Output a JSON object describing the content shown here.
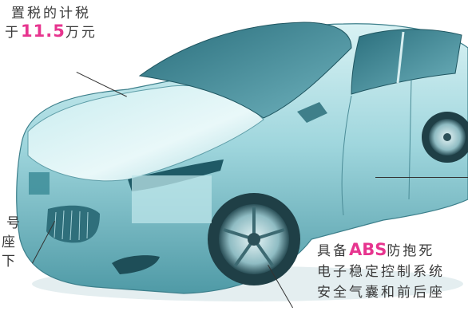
{
  "callouts": {
    "tax": {
      "line1": "置税的计税",
      "line2_pre": "于",
      "line2_highlight": "11.5",
      "line2_post": "万元"
    },
    "left": {
      "line1": "号",
      "line2": "座",
      "line3": "下"
    },
    "safety": {
      "line1_pre": "具备",
      "line1_highlight": "ABS",
      "line1_post": "防抱死",
      "line2": "电子稳定控制系统",
      "line3": "安全气囊和前后座"
    }
  },
  "colors": {
    "highlight": "#e7358f",
    "text": "#3a3a3a",
    "car_body": "#a9dde3",
    "car_shadow": "#3d7f8c"
  }
}
